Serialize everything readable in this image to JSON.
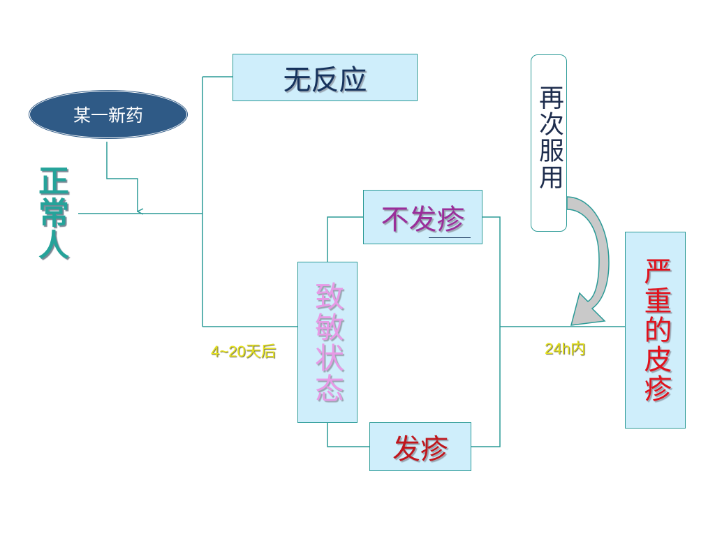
{
  "nodes": {
    "drug": "某一新药",
    "normal_person": "正常人",
    "no_reaction": "无反应",
    "sensitized": "致敏状态",
    "no_rash": "不发疹",
    "rash": "发疹",
    "re_administer": "再次服用",
    "severe_rash": "严重的皮疹"
  },
  "time_labels": {
    "days": "4~20天后",
    "hours": "24h内"
  },
  "colors": {
    "connector": "#2a9a96",
    "box_fill": "#cfeefb",
    "oval_fill": "#2f5a86",
    "time_label": "#e6e21c",
    "severe_text": "#e0121d"
  }
}
